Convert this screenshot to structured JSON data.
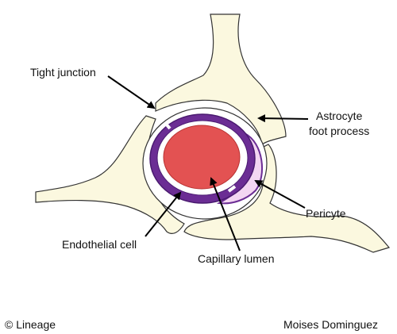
{
  "labels": {
    "tight_junction": "Tight junction",
    "astrocyte_line1": "Astrocyte",
    "astrocyte_line2": "foot process",
    "pericyte": "Pericyte",
    "endothelial": "Endothelial cell",
    "lumen": "Capillary lumen"
  },
  "credits": {
    "left": "© Lineage",
    "right": "Moises Dominguez"
  },
  "colors": {
    "astrocyte_fill": "#fbf8df",
    "outline": "#333333",
    "endothelium": "#6b2d94",
    "endothelium_dark": "#4a1a70",
    "pericyte": "#f3d6f2",
    "lumen": "#e35252",
    "lumen_outline": "#b83232"
  }
}
